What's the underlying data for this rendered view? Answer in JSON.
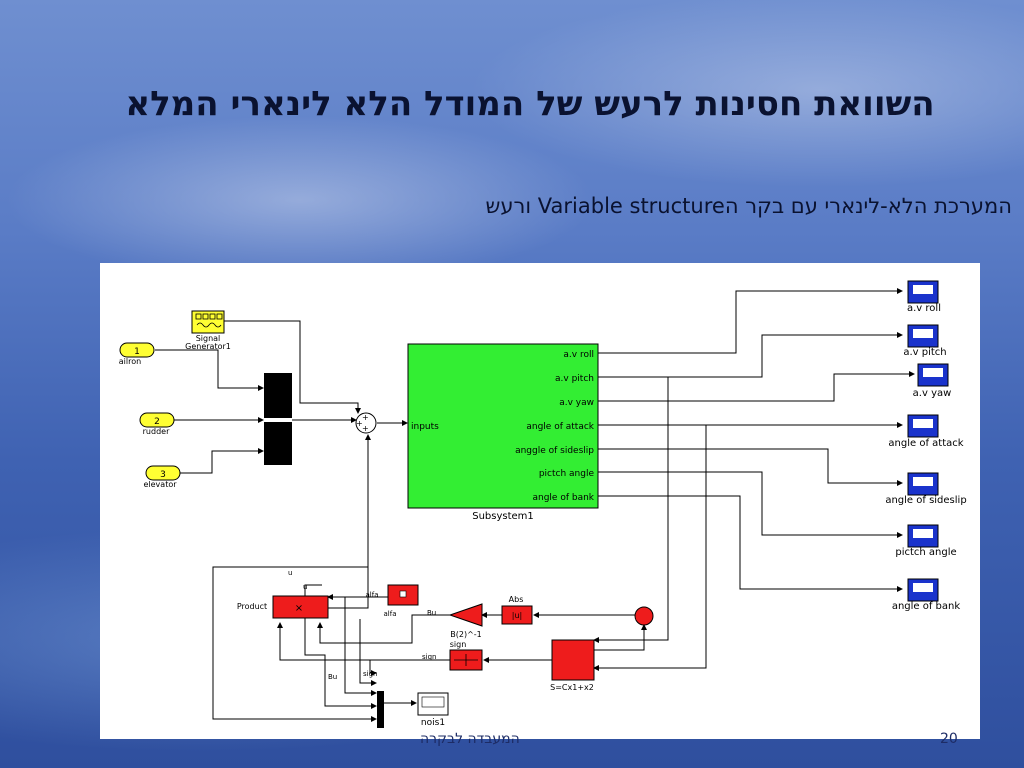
{
  "slide": {
    "title": "השוואת חסינות לרעש של המודל הלא לינארי המלא",
    "subtitle": "המערכת הלא-לינארי עם בקר הVariable structure ורעש",
    "footer_left": "המעבדה לבקרה",
    "footer_right": "20"
  },
  "diagram": {
    "inports": [
      {
        "number": "1",
        "label": "ailron"
      },
      {
        "number": "2",
        "label": "rudder"
      },
      {
        "number": "3",
        "label": "elevator"
      }
    ],
    "signal_generator": {
      "label_line1": "Signal",
      "label_line2": "Generator1",
      "icon": "signal-generator-icon"
    },
    "subsystem": {
      "name": "Subsystem1",
      "input_port": "inputs",
      "output_ports": [
        "a.v roll",
        "a.v pitch",
        "a.v yaw",
        "angle of attack",
        "anggle of sideslip",
        "pictch angle",
        "angle of bank"
      ]
    },
    "scopes": [
      "a.v roll",
      "a.v pitch",
      "a.v yaw",
      "angle of attack",
      "angle of sideslip",
      "pictch angle",
      "angle of bank"
    ],
    "controller": {
      "product_label": "Product",
      "product_symbol": "×",
      "alfa_const": "alfa",
      "gain_label": "B(2)^-1",
      "abs_label": "Abs",
      "abs_symbol": "|u|",
      "sign_label": "sign",
      "s_label": "S=Cx1+x2",
      "scope_label": "nois1",
      "signals": {
        "u_top": "u",
        "u_mid": "u",
        "alfa_a": "alfa",
        "alfa_b": "alfa",
        "bu_a": "Bu",
        "bu_b": "Bu",
        "sign_a": "sign",
        "sign_b": "sign"
      }
    },
    "colors": {
      "subsystem": "#33ee33",
      "controller_blocks": "#ee1c1c",
      "inport": "#ffff33",
      "scope": "#1a33cc"
    }
  }
}
